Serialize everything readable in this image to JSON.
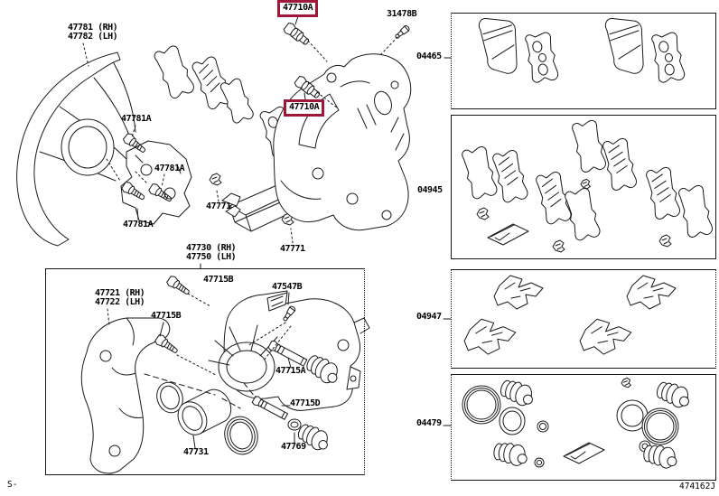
{
  "colors": {
    "highlight": "#9e1638",
    "line": "#1a1a1a"
  },
  "footer": {
    "page_code": "S-",
    "figure_code": "474162J"
  },
  "parts": {
    "shield_rh": "47781 (RH)",
    "shield_lh": "47782 (LH)",
    "pin_top": "47710A",
    "pin_bottom": "47710A",
    "bleeder_plug": "31478B",
    "bolt_a1": "47781A",
    "bolt_a2": "47781A",
    "bolt_a3": "47781A",
    "wear_clip_1": "47771",
    "wear_clip_2": "47771",
    "caliper_rh": "47730 (RH)",
    "caliper_lh": "47750 (LH)",
    "mounting_rh": "47721 (RH)",
    "mounting_lh": "47722 (LH)",
    "slide_bolt_1": "47715B",
    "slide_bolt_2": "47715B",
    "bleeder_screw": "47547B",
    "slide_pin_a": "47715A",
    "slide_pin_d": "47715D",
    "piston": "47731",
    "bushing": "47769"
  },
  "kits": [
    {
      "code": "04465"
    },
    {
      "code": "04945"
    },
    {
      "code": "04947"
    },
    {
      "code": "04479"
    }
  ]
}
